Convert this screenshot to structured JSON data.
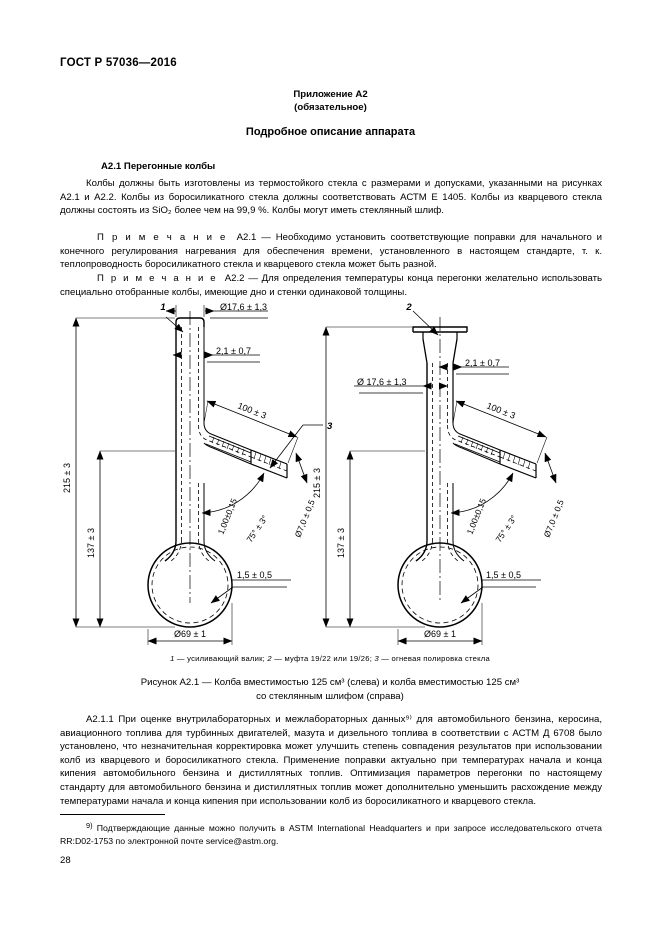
{
  "document": {
    "standard_header": "ГОСТ Р 57036—2016",
    "page_number": "28"
  },
  "annex": {
    "title": "Приложение А2",
    "subtitle": "(обязательное)",
    "main_title": "Подробное описание аппарата"
  },
  "section": {
    "heading": "А2.1 Перегонные колбы",
    "paragraph_1": "Колбы должны быть изготовлены из термостойкого стекла с размерами и допусками, указанными на рисунках А2.1 и А2.2. Колбы из боросиликатного стекла должны соответствовать АСТМ Е 1405. Колбы из кварцевого стекла должны состоять из SiO₂ более чем на 99,9 %. Колбы могут иметь стеклянный шлиф.",
    "note_1_label": "П р и м е ч а н и е",
    "note_1_number": "А2.1",
    "note_1_text": "— Необходимо установить соответствующие поправки для начального и конечного регулирования нагревания для обеспечения времени, установленного в настоящем стандарте, т. к. теплопроводность боросиликатного стекла и кварцевого стекла может быть разной.",
    "note_2_label": "П р и м е ч а н и е",
    "note_2_number": "А2.2",
    "note_2_text": "— Для определения температуры конца перегонки желательно использовать специально отобранные колбы, имеющие дно и стенки одинаковой толщины.",
    "paragraph_a211": "А2.1.1 При оценке внутрилабораторных и межлабораторных данных⁹⁾ для автомобильного бензина, керосина, авиационного топлива для турбинных двигателей, мазута и дизельного топлива в соответствии с АСТМ Д 6708 было установлено, что незначительная корректировка может улучшить степень совпадения результатов при использовании колб из кварцевого и боросиликатного стекла. Применение поправки актуально при температурах начала и конца кипения автомобильного бензина и дистиллятных топлив. Оптимизация параметров перегонки по настоящему стандарту для автомобильного бензина и дистиллятных топлив может дополнительно уменьшить расхождение между температурами начала и конца кипения при использовании колб из боросиликатного и кварцевого стекла."
  },
  "figure": {
    "legend_item_1_num": "1",
    "legend_item_1": "— усиливающий валик;",
    "legend_item_2_num": "2",
    "legend_item_2": "— муфта 19/22 или 19/26;",
    "legend_item_3_num": "3",
    "legend_item_3": "— огневая полировка стекла",
    "caption_line_1": "Рисунок А2.1 — Колба вместимостью 125 см³ (слева) и колба вместимостью 125 см³",
    "caption_line_2": "со стеклянным шлифом (справа)",
    "left_drawing": {
      "callout_1": "1",
      "callout_3": "3",
      "dim_neck_id": "Ø17,6 ± 1,3",
      "dim_wall": "2,1 ± 0,7",
      "dim_sidearm_len": "100 ± 3",
      "dim_sidearm_wall": "1,00±0,15",
      "dim_angle": "75° ± 3°",
      "dim_sidearm_od": "Ø7,0 ± 0,5",
      "dim_total_height": "215 ± 3",
      "dim_bulb_height": "137 ± 3",
      "dim_bulb_wall": "1,5 ± 0,5",
      "dim_bulb_dia": "Ø69 ± 1"
    },
    "right_drawing": {
      "callout_2": "2",
      "dim_neck_id": "Ø 17,6 ± 1,3",
      "dim_wall": "2,1 ± 0,7",
      "dim_sidearm_len": "100 ± 3",
      "dim_sidearm_wall": "1,00±0,15",
      "dim_angle": "75° ± 3°",
      "dim_sidearm_od": "Ø7,0 ± 0,5",
      "dim_total_height": "215 ± 3",
      "dim_bulb_height": "137 ± 3",
      "dim_bulb_wall": "1,5 ± 0,5",
      "dim_bulb_dia": "Ø69 ± 1"
    }
  },
  "footnote": {
    "marker": "9)",
    "text": "Подтверждающие данные можно получить в ASTM International Headquarters и при запросе исследовательского отчета RR:D02-1753 по электронной почте service@astm.org."
  },
  "colors": {
    "ink": "#000000",
    "paper": "#ffffff"
  }
}
